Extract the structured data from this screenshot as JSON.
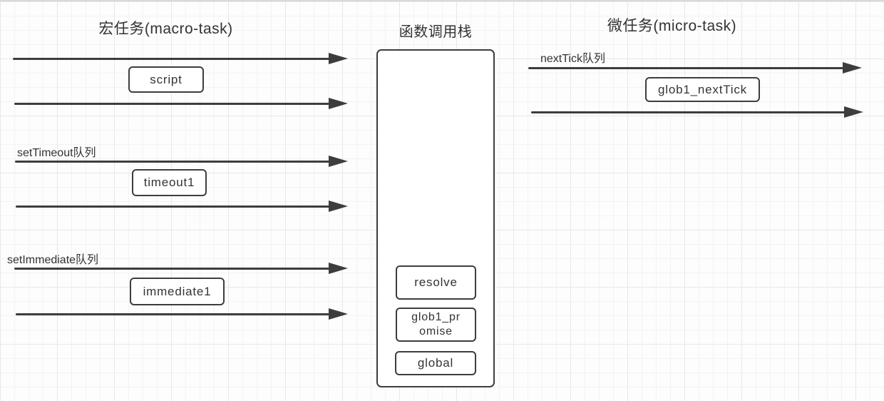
{
  "colors": {
    "stroke": "#3d3d3d",
    "text": "#333333",
    "node_fill": "#ffffff",
    "grid_minor": "#f3f3f3",
    "grid_major": "#e8e8e8",
    "background": "#fdfdfd"
  },
  "macro_task": {
    "title": "宏任务(macro-task)",
    "queues": [
      {
        "label": "",
        "item": "script"
      },
      {
        "label": "setTimeout队列",
        "item": "timeout1"
      },
      {
        "label": "setImmediate队列",
        "item": "immediate1"
      }
    ]
  },
  "call_stack": {
    "title": "函数调用栈",
    "frames": [
      "resolve",
      "glob1_promise",
      "global"
    ]
  },
  "micro_task": {
    "title": "微任务(micro-task)",
    "queues": [
      {
        "label": "nextTick队列",
        "item": "glob1_nextTick"
      }
    ]
  }
}
